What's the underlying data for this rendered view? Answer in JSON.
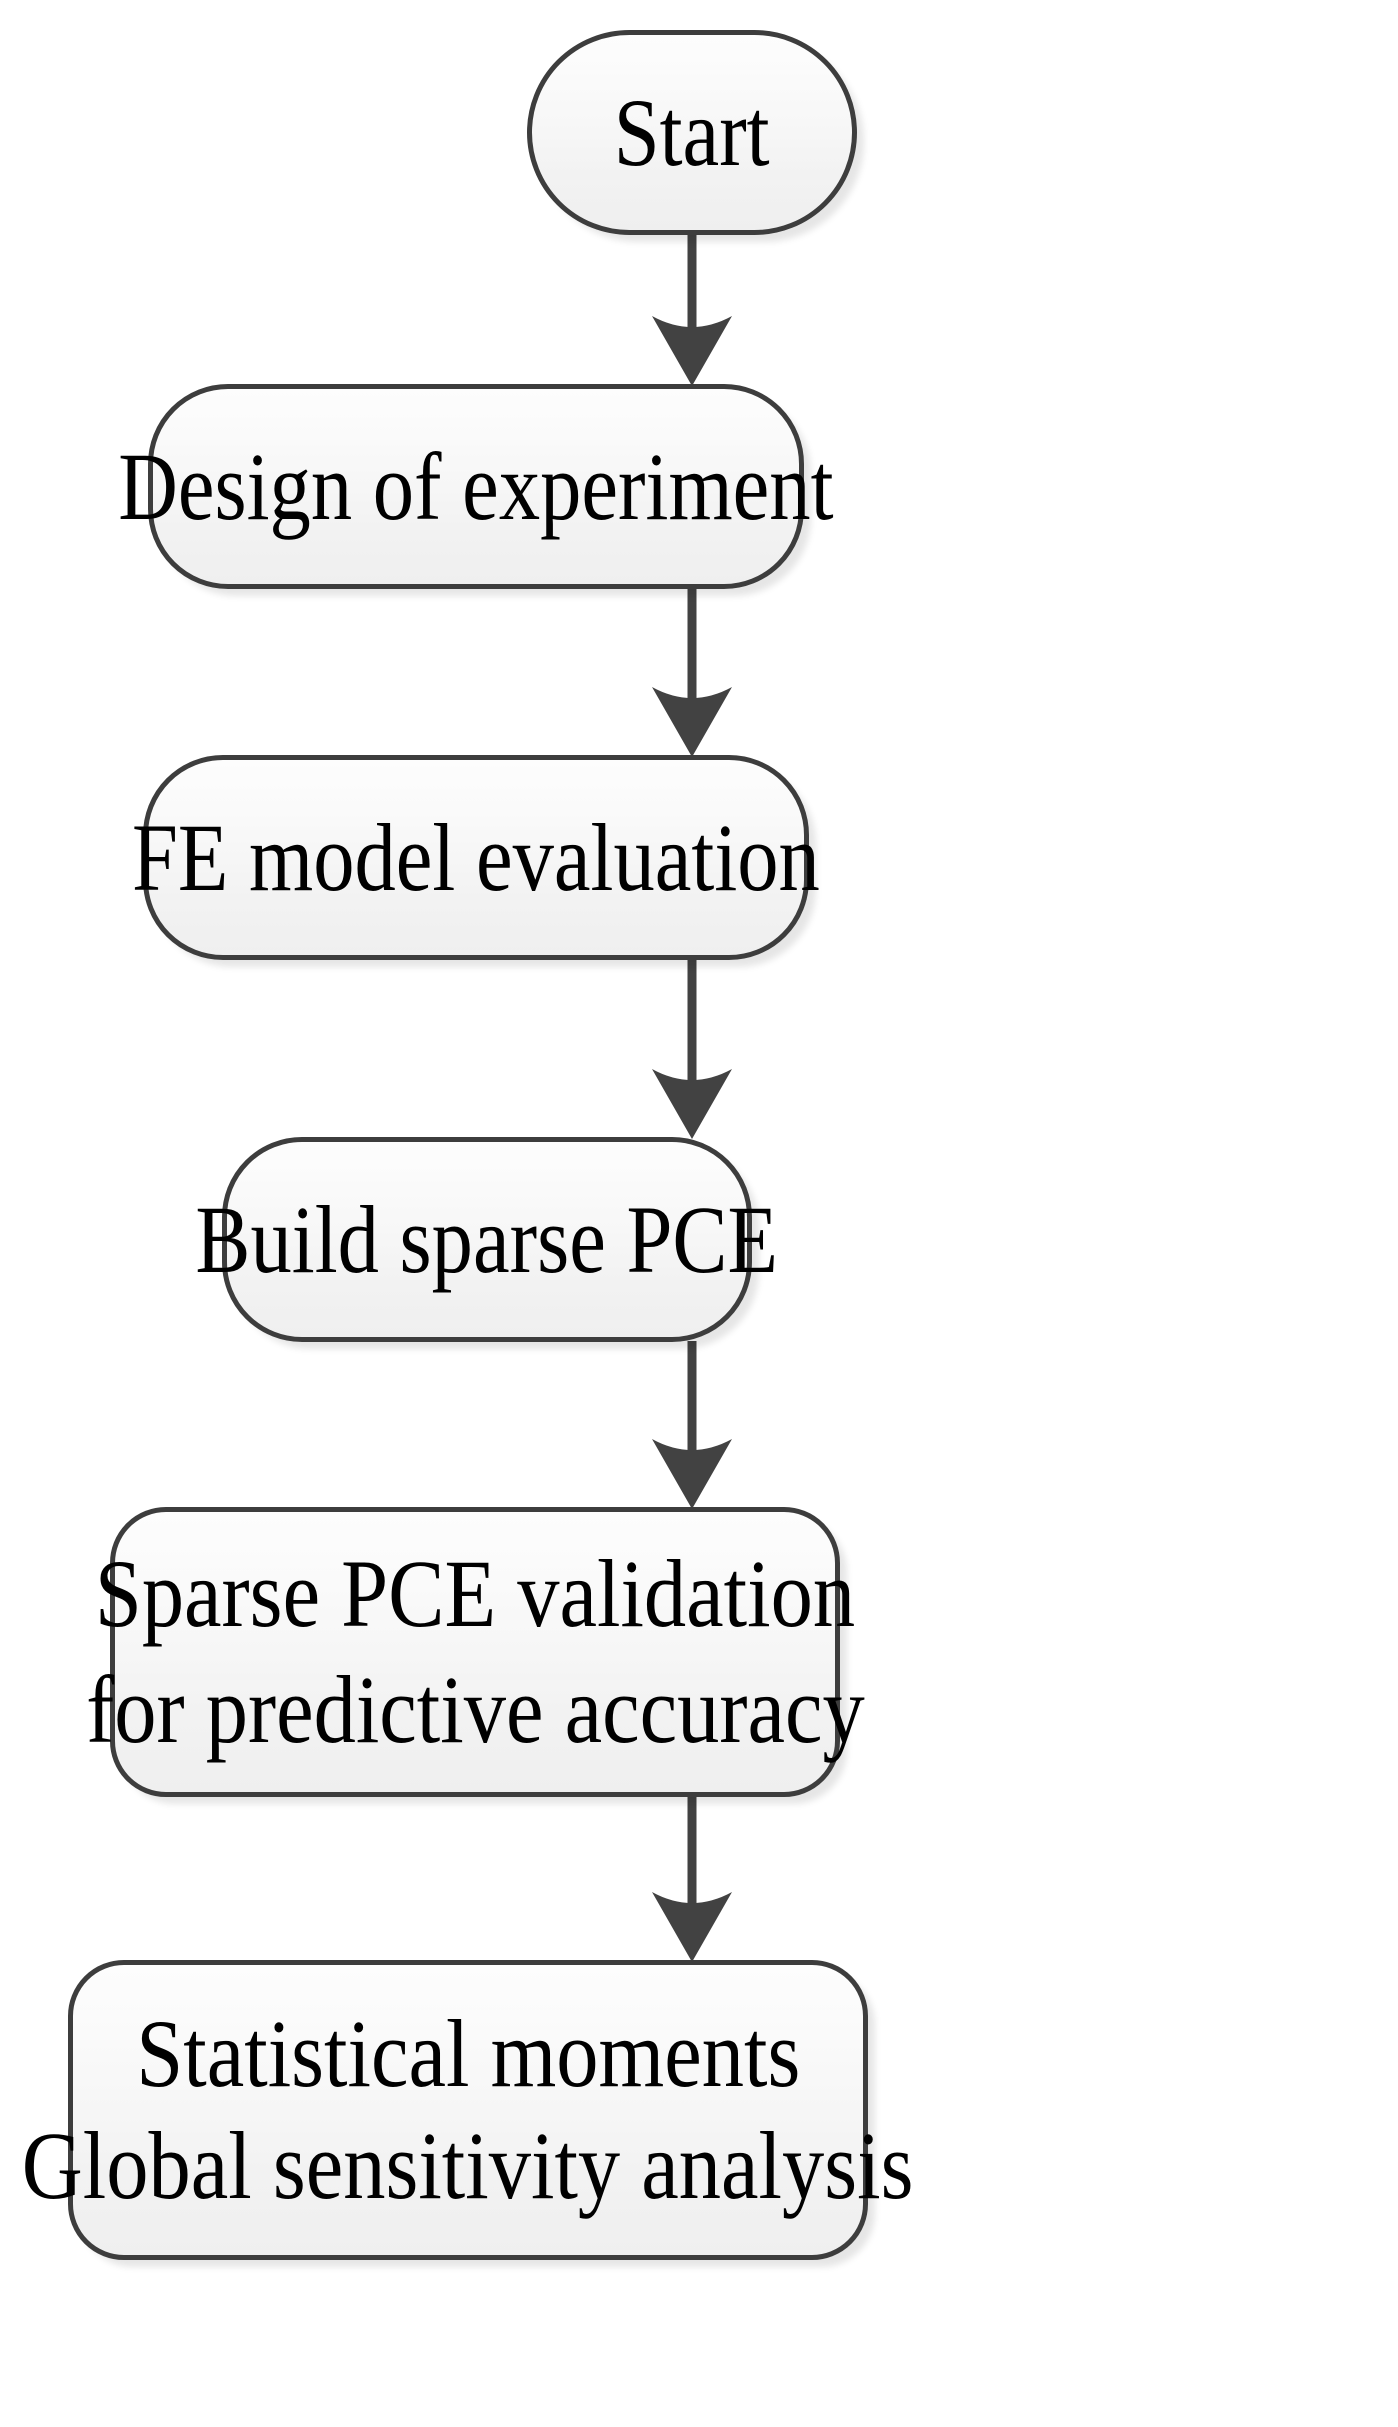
{
  "diagram": {
    "title": "Sparse PCE workflow flowchart",
    "type": "flowchart",
    "orientation": "top-to-bottom",
    "colors": {
      "node_border": "#3d3d3d",
      "node_fill_top": "#fdfdfd",
      "node_fill_bottom": "#efefef",
      "arrow": "#424242",
      "text": "#000000",
      "background": "#ffffff"
    },
    "nodes": [
      {
        "id": "start",
        "shape": "rounded-pill",
        "lines": [
          "Start"
        ]
      },
      {
        "id": "doe",
        "shape": "rounded-rectangle",
        "lines": [
          "Design of experiment"
        ]
      },
      {
        "id": "fe",
        "shape": "rounded-rectangle",
        "lines": [
          "FE model evaluation"
        ]
      },
      {
        "id": "pce",
        "shape": "rounded-rectangle",
        "lines": [
          "Build sparse PCE"
        ]
      },
      {
        "id": "valid",
        "shape": "rounded-rectangle",
        "lines": [
          "Sparse PCE validation",
          "for predictive accuracy"
        ]
      },
      {
        "id": "results",
        "shape": "rounded-rectangle",
        "lines": [
          "Statistical moments",
          "Global sensitivity analysis"
        ]
      }
    ],
    "edges": [
      {
        "id": "e1",
        "from": "start",
        "to": "doe",
        "style": "solid-arrow"
      },
      {
        "id": "e2",
        "from": "doe",
        "to": "fe",
        "style": "solid-arrow"
      },
      {
        "id": "e3",
        "from": "fe",
        "to": "pce",
        "style": "solid-arrow"
      },
      {
        "id": "e4",
        "from": "pce",
        "to": "valid",
        "style": "solid-arrow"
      },
      {
        "id": "e5",
        "from": "valid",
        "to": "results",
        "style": "solid-arrow"
      }
    ]
  }
}
